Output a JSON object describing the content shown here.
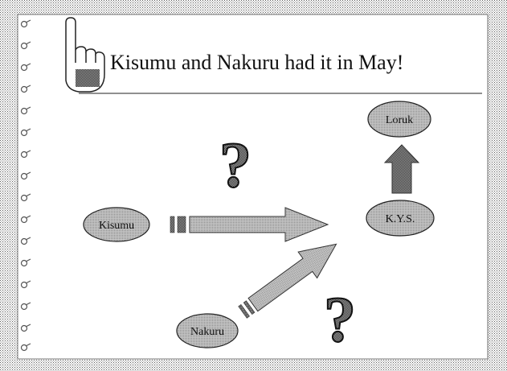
{
  "slide": {
    "title": "Kisumu and Nakuru had it in May!",
    "nodes": {
      "kisumu": "Kisumu",
      "nakuru": "Nakuru",
      "kys": "K.Y.S.",
      "loruk": "Loruk"
    },
    "question_marks": [
      "?",
      "?"
    ]
  },
  "colors": {
    "border_dots": "#6a6a6a",
    "ellipse_fill": "#b8b8b8",
    "arrow_fill": "#8c8c8c",
    "ink": "#111111"
  },
  "icons": [
    "pointing-hand-icon",
    "question-mark-icon"
  ]
}
